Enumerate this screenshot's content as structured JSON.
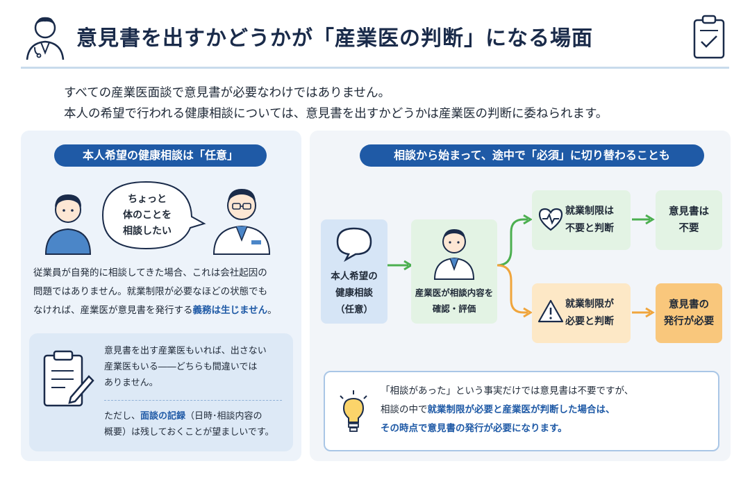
{
  "header": {
    "title": "意見書を出すかどうかが「産業医の判断」になる場面",
    "intro_lines": [
      "すべての産業医面談で意見書が必要なわけではありません。",
      "本人の希望で行われる健康相談については、意見書を出すかどうかは産業医の判断に委ねられます。"
    ]
  },
  "left": {
    "pill": "本人希望の健康相談は「任意」",
    "speech": [
      "ちょっと",
      "体のことを",
      "相談したい"
    ],
    "para_lines": [
      "従業員が自発的に相談してきた場合、これは会社起因の",
      "問題ではありません。就業制限が必要なほどの状態でも"
    ],
    "para_last_prefix": "なければ、産業医が意見書を発行する",
    "para_last_em": "義務は生じません",
    "para_last_suffix": "。",
    "note_lines": [
      "意見書を出す産業医もいれば、出さない",
      "産業医もいる――どちらも間違いでは",
      "ありません。"
    ],
    "note2_prefix": "ただし、",
    "note2_em": "面談の記録",
    "note2_suffix": "（日時･相談内容の",
    "note2_line2": "概要）は残しておくことが望ましいです。"
  },
  "right": {
    "pill": "相談から始まって、途中で「必須」に切り替わることも",
    "start_node": [
      "本人希望の",
      "健康相談",
      "（任意）"
    ],
    "doctor_node": [
      "産業医が相談内容を",
      "確認・評価"
    ],
    "top_branch": [
      "就業制限は",
      "不要と判断"
    ],
    "top_result": [
      "意見書は",
      "不要"
    ],
    "bottom_branch": [
      "就業制限が",
      "必要と判断"
    ],
    "bottom_result": [
      "意見書の",
      "発行が必要"
    ],
    "note_line1": "「相談があった」という事実だけでは意見書は不要ですが、",
    "note_line2_prefix": "相談の中で",
    "note_line2_em": "就業制限が必要と産業医が判断した場合は、",
    "note_line3_em": "その時点で意見書の発行が必要になります。"
  },
  "colors": {
    "accent_blue": "#1f5aa6",
    "green": "#4caf50",
    "orange": "#f0a53c",
    "green_bg": "#e3f3e4",
    "orange_bg": "#fde8c6",
    "orange_strong_bg": "#f9c77c",
    "start_bg": "#d6e5f6"
  },
  "icons": [
    "doctor-avatar-icon",
    "clipboard-check-icon",
    "speech-bubble-icon",
    "heart-pulse-icon",
    "warning-icon",
    "lightbulb-icon",
    "clipboard-pen-icon"
  ]
}
